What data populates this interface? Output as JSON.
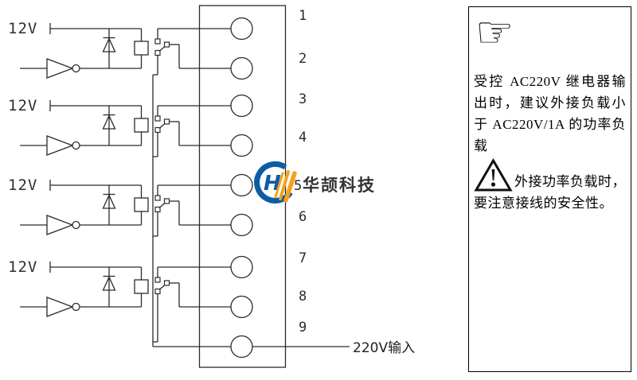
{
  "diagram": {
    "input_labels": [
      "12V",
      "12V",
      "12V",
      "12V"
    ],
    "terminal_numbers": [
      "1",
      "2",
      "3",
      "4",
      "5",
      "6",
      "7",
      "8",
      "9"
    ],
    "output_label": "220V输入",
    "line_color": "#2b2b2b"
  },
  "watermark": {
    "logo_letter": "H",
    "brand_text": "华颉科技",
    "logo_blue": "#0d5ca8",
    "logo_orange": "#f5a21b"
  },
  "note_panel": {
    "pointer_icon": "pointing-hand",
    "note1": "受控 AC220V 继电器输出时，建议外接负载小于 AC220V/1A 的功率负载",
    "note2": "外接功率负载时，要注意接线的安全性。"
  }
}
